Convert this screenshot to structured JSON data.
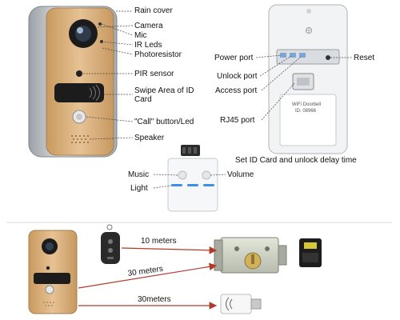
{
  "front_labels": {
    "rain_cover": "Rain cover",
    "camera": "Camera",
    "mic": "Mic",
    "ir_leds": "IR Leds",
    "photoresistor": "Photoresistor",
    "pir_sensor": "PIR sensor",
    "swipe_area": "Swipe Area of ID Card",
    "call_button": "\"Call\" button/Led",
    "speaker": "Speaker"
  },
  "back_labels": {
    "power_port": "Power port",
    "unlock_port": "Unlock port",
    "access_port": "Access port",
    "rj45_port": "RJ45 port",
    "reset": "Reset",
    "back_sticker_1": "WiFi Doorbell",
    "back_sticker_2": "ID: 08966",
    "set_caption": "Set  ID Card and unlock delay time"
  },
  "chime_labels": {
    "music": "Music",
    "light": "Light",
    "volume": "Volume"
  },
  "range_labels": {
    "remote": "10 meters",
    "lock": "30 meters",
    "chime": "30meters"
  },
  "colors": {
    "gold": "#d8b07a",
    "silver": "#c9ccd0",
    "arrow": "#b23a2a",
    "panel": "#f2f3f5"
  }
}
